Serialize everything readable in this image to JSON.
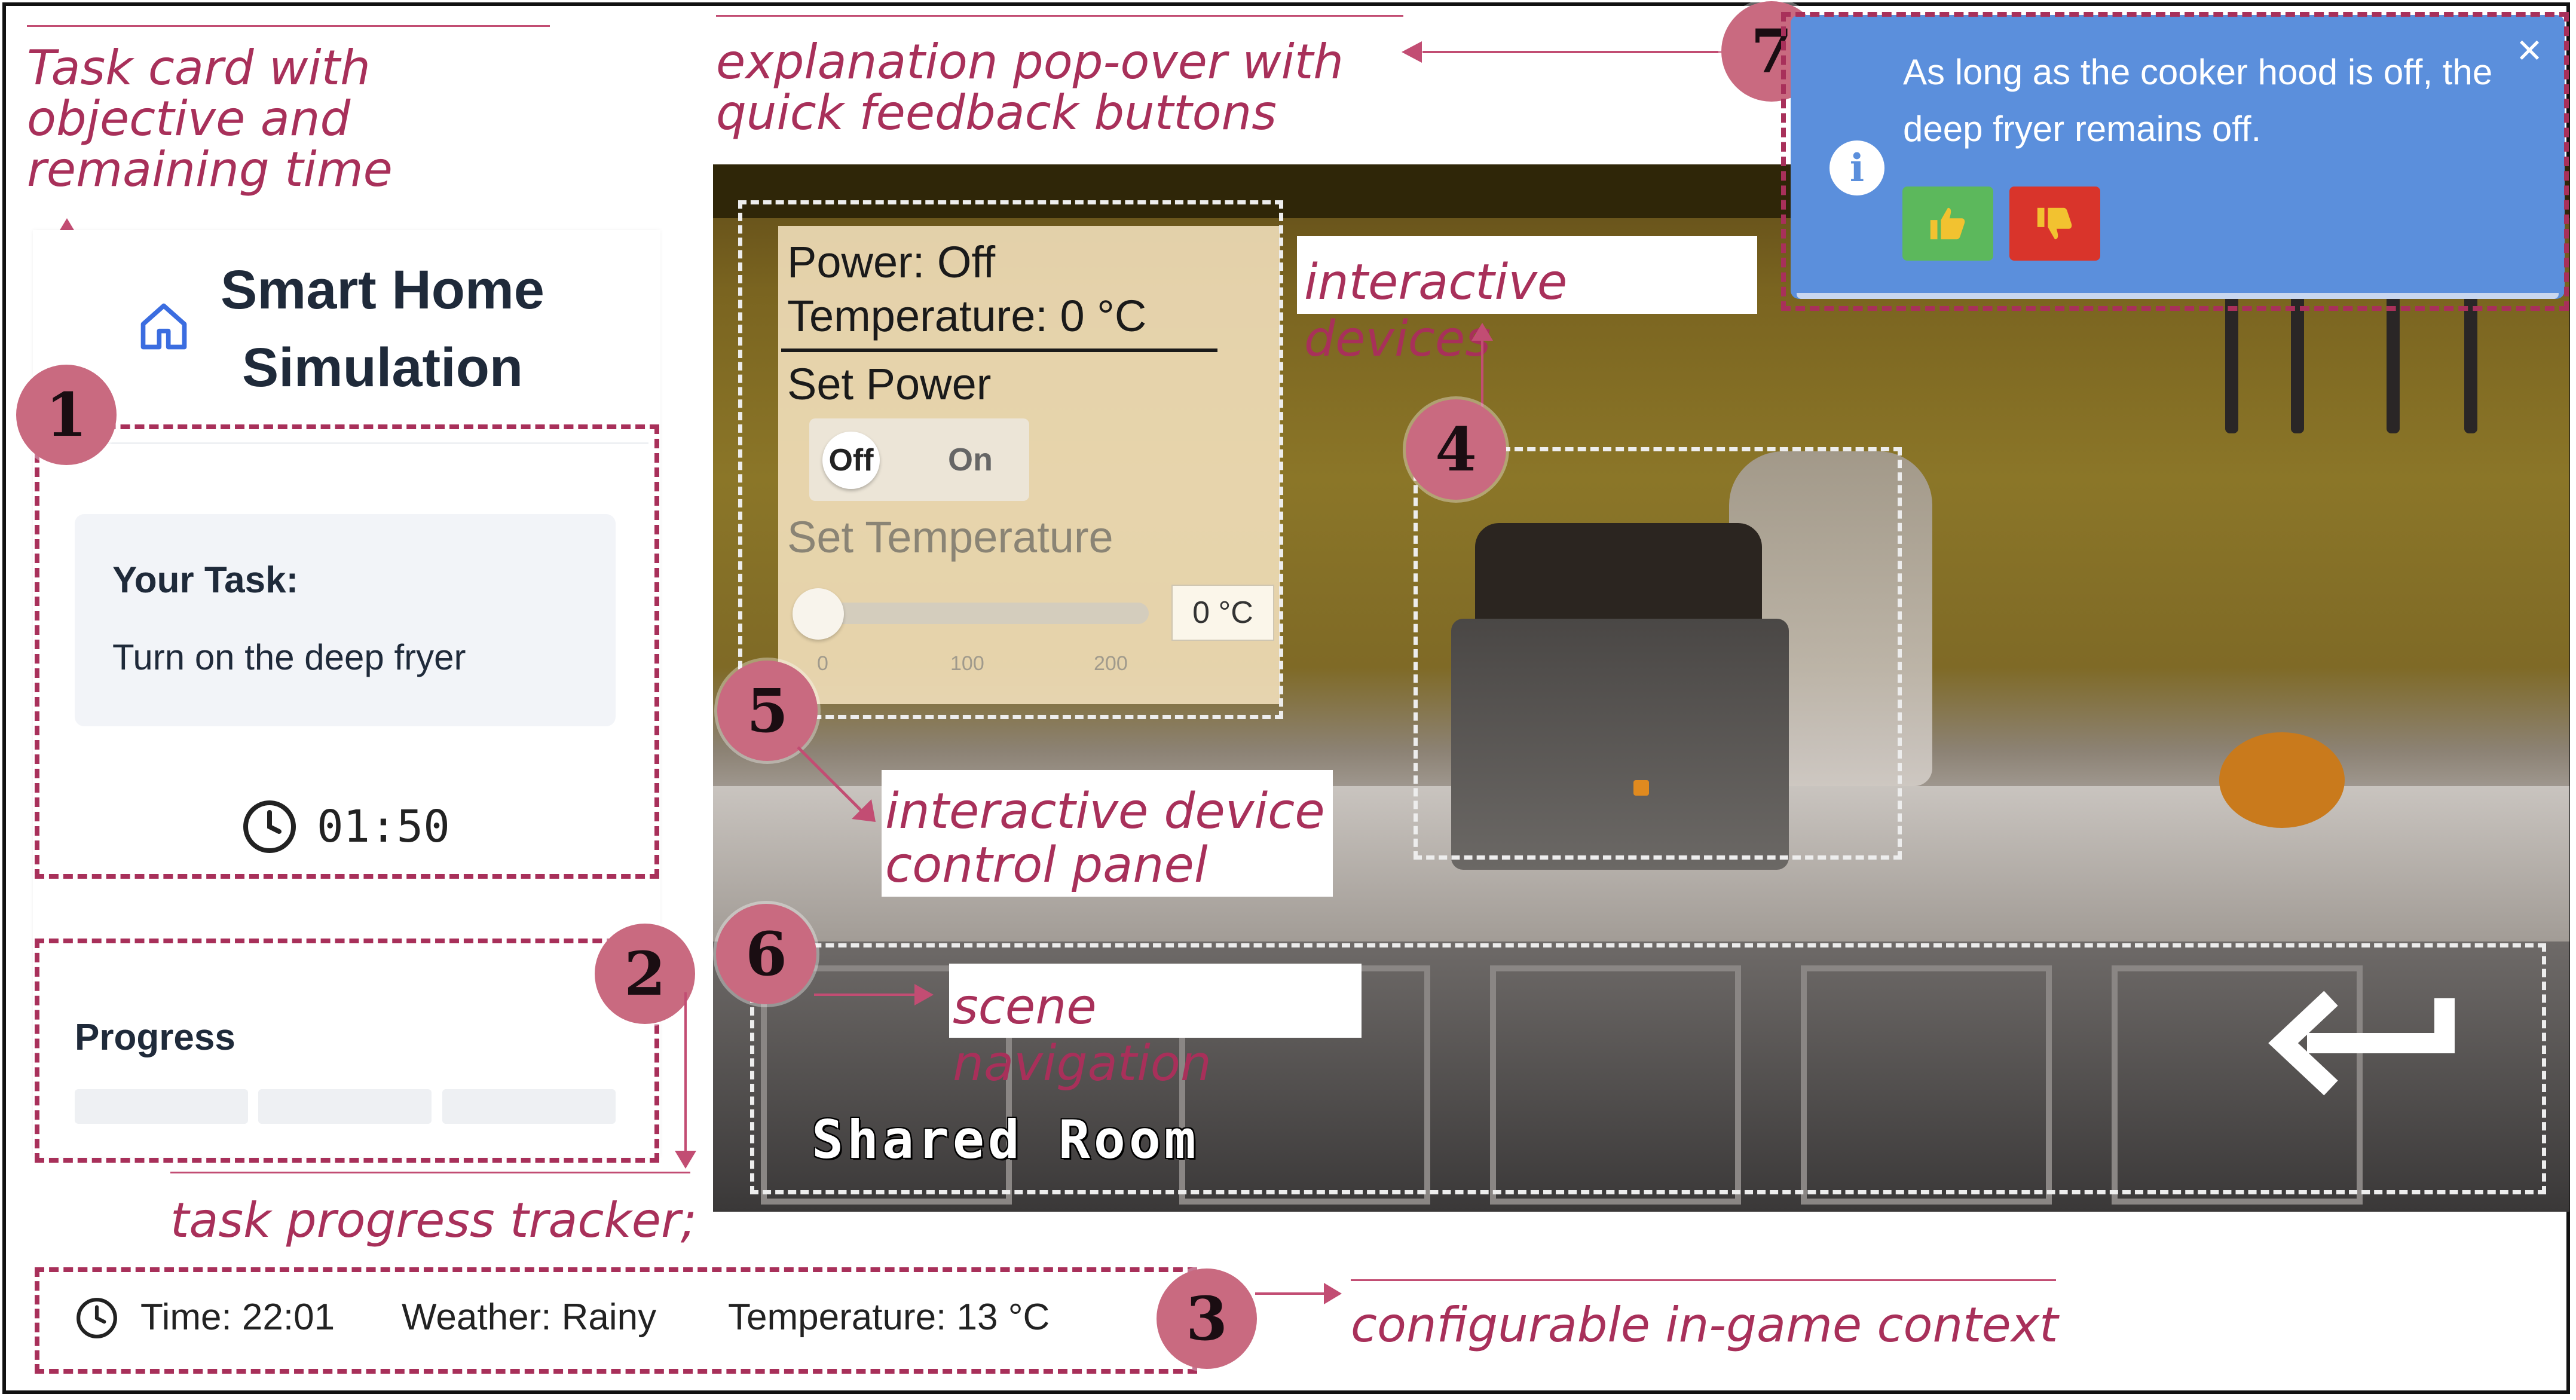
{
  "annotations": {
    "task_card": "Task card with objective and remaining time",
    "explanation": "explanation pop-over with quick feedback buttons",
    "interactive_devices": "interactive devices",
    "control_panel": "interactive device control panel",
    "scene_navigation": "scene navigation",
    "progress_tracker": "task progress tracker;",
    "context": "configurable in-game context"
  },
  "badges": [
    "1",
    "2",
    "3",
    "4",
    "5",
    "6",
    "7"
  ],
  "sidebar": {
    "title_line1": "Smart Home",
    "title_line2": "Simulation",
    "task_label": "Your Task:",
    "task_text": "Turn on the deep fryer",
    "timer": "01:50",
    "progress_label": "Progress"
  },
  "context_bar": {
    "time": "Time: 22:01",
    "weather": "Weather: Rainy",
    "temperature": "Temperature: 13 °C"
  },
  "control_panel": {
    "power_status": "Power: Off",
    "temperature_status": "Temperature: 0 °C",
    "set_power_label": "Set Power",
    "toggle_off": "Off",
    "toggle_on": "On",
    "set_temperature_label": "Set Temperature",
    "temperature_value": "0 °C",
    "slider_tick_min": "0",
    "slider_tick_mid": "100",
    "slider_tick_max": "200"
  },
  "popover": {
    "message": "As long as the cooker hood is off, the deep fryer remains off.",
    "close_symbol": "×",
    "info_symbol": "i"
  },
  "scene": {
    "room_name": "Shared Room"
  },
  "colors": {
    "annotation": "#a8305a",
    "badge": "#c96a80",
    "popover": "#5b8fdc",
    "thumbs_up": "#5cb85c",
    "thumbs_down": "#d9342b"
  }
}
